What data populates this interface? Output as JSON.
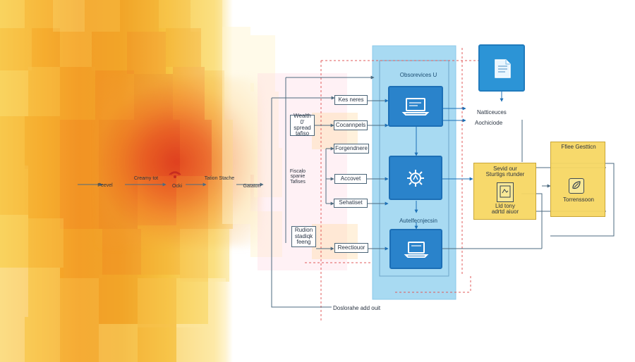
{
  "left_flow": {
    "labels": {
      "peevel": "Peevel",
      "creamy_tot": "Creamy tot",
      "ocki": "Ocki",
      "tation_stache": "Tation Stache",
      "gataton": "Gataton"
    }
  },
  "mid_boxes": {
    "wealth_spread_tafiso": "Wealth 0'\nspread\ntafiso",
    "fiscalo_spanie_tafises": "Fiscalo\nspanie\nTafises",
    "rudion_stadiqk_feeng": "Rudion\nstadiqk\nfeeng",
    "kes_neres": "Kes neres",
    "cocannpels": "Cocannpels",
    "forgendnere": "Forgendnere",
    "accovet": "Accovet",
    "sehatiset": "Sehatiset",
    "reectiouor": "Reectiouor"
  },
  "blue_column": {
    "title": "Obsorevices U",
    "middle_label": "Autelfecnjecsin",
    "bottom_caption": "Doslorahe add ouit"
  },
  "right_side": {
    "labels": {
      "natticeuces": "Natticeuces",
      "aochiciode": "Aochiciode"
    },
    "panel_one": {
      "title": "Sevid our\nSturtigs rtunder",
      "sub": "Lld tony\nadrtd aiuor"
    },
    "panel_two": {
      "title": "Ffiee Gestticn",
      "sub": "Torrenssoon"
    }
  },
  "icons": {
    "ocki_icon": "stop-wave-icon",
    "top_document_icon": "document-icon",
    "laptop_icon": "laptop-icon",
    "network_icon": "gear-network-icon",
    "tablet_icon": "tablet-icon",
    "badge_icon": "badge-icon",
    "leaf_icon": "leaf-icon"
  },
  "colors": {
    "blue_column": "#a8daf2",
    "blue_node": "#2a83cb",
    "yellow_panel": "#f7d763",
    "red_dash": "#e05b5b",
    "line": "#4d6b80"
  }
}
